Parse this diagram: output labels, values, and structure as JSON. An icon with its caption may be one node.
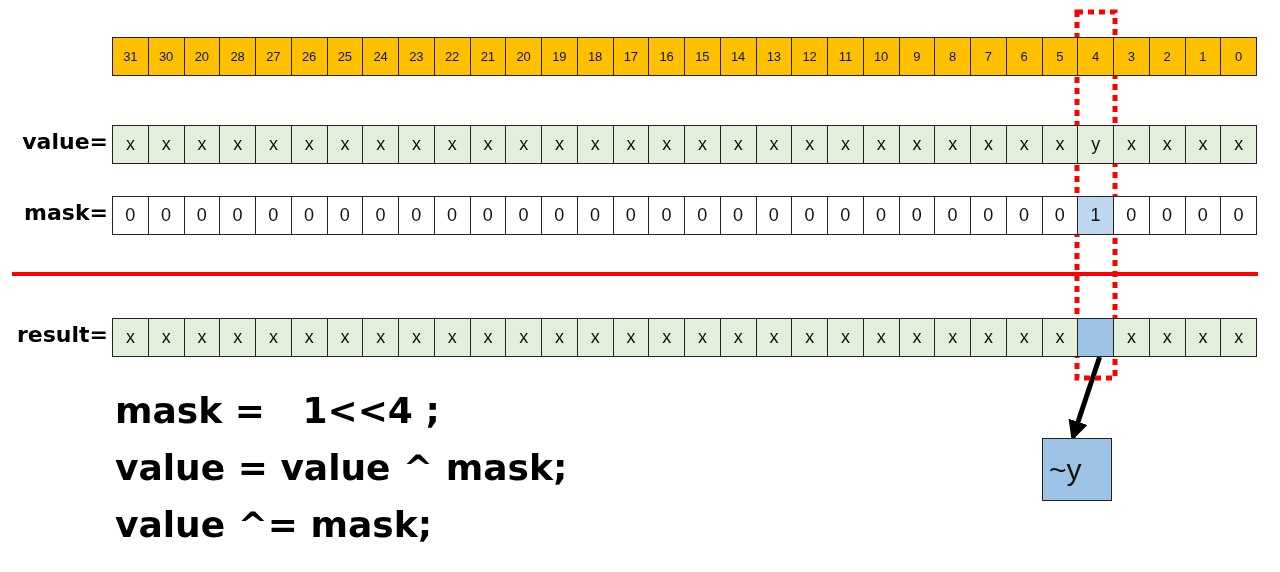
{
  "diagram": {
    "nodes": [
      {
        "text": [],
        "shape": "box"
      },
      {
        "text": [
          "~y"
        ]
      }
    ],
    "edges": [
      {
        "from": 0,
        "to": 1,
        "arrow": "to"
      }
    ],
    "labels": [
      "31",
      "30",
      "20",
      "28",
      "27",
      "26",
      "25",
      "24",
      "23",
      "22",
      "21",
      "20",
      "19",
      "18",
      "17",
      "16",
      "15",
      "14",
      "13",
      "12",
      "11",
      "10",
      "9",
      "8",
      "7",
      "6",
      "5",
      "4",
      "3",
      "2",
      "1",
      "0",
      "value=",
      "x",
      "x",
      "x",
      "x",
      "x",
      "x",
      "x",
      "x",
      "x",
      "x",
      "x",
      "x",
      "x",
      "x",
      "x",
      "x",
      "x",
      "x",
      "x",
      "x",
      "x",
      "x",
      "x",
      "x",
      "x",
      "x",
      "x",
      "y",
      "x",
      "x",
      "x",
      "x",
      "mask=",
      "0",
      "0",
      "0",
      "0",
      "0",
      "0",
      "0",
      "0",
      "0",
      "0",
      "0",
      "0",
      "0",
      "0",
      "0",
      "0",
      "0",
      "0",
      "0",
      "0",
      "0",
      "0",
      "0",
      "0",
      "0",
      "0",
      "0",
      "1",
      "0",
      "0",
      "0",
      "0",
      "result=",
      "x",
      "x",
      "x",
      "x",
      "x",
      "x",
      "x",
      "x",
      "x",
      "x",
      "x",
      "x",
      "x",
      "x",
      "x",
      "x",
      "x",
      "x",
      "x",
      "x",
      "x",
      "x",
      "x",
      "x",
      "x",
      "x",
      "x",
      "x",
      "x",
      "x",
      "x",
      "mask =   1<<4 ;",
      "value = value ^ mask;",
      "value ^= mask;"
    ]
  }
}
